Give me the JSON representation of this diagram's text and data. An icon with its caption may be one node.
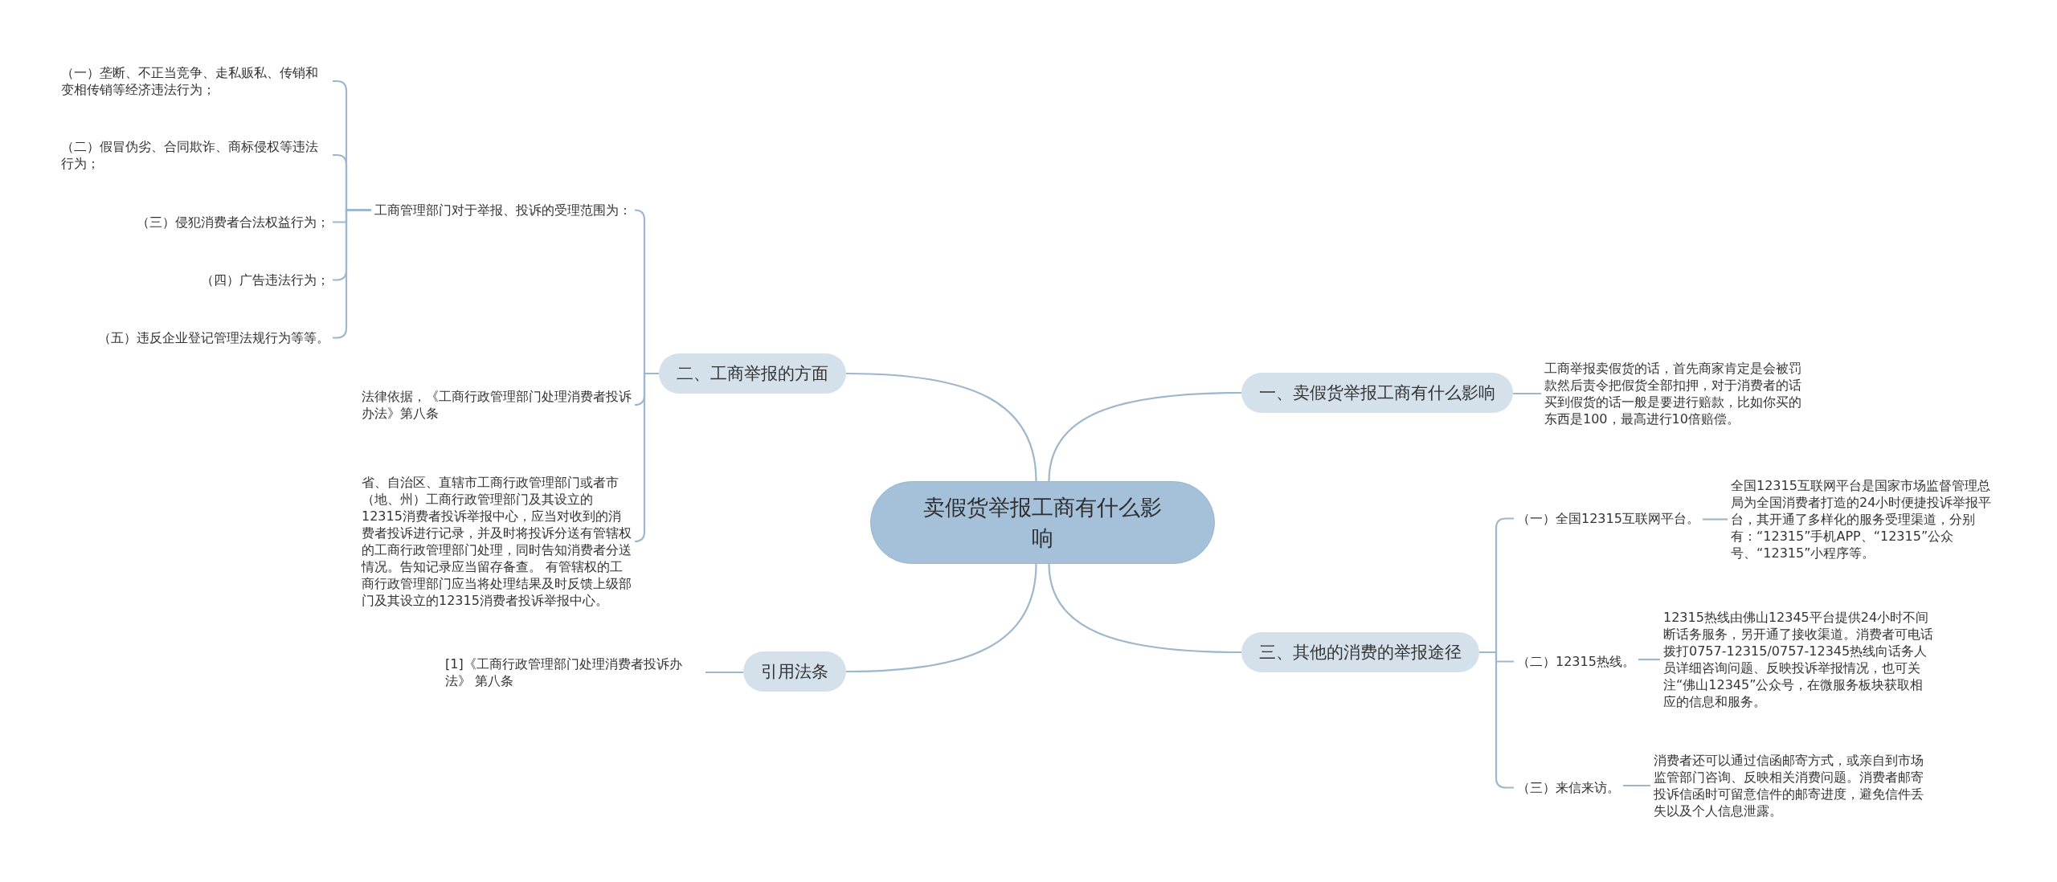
{
  "diagram": {
    "nodes": [
      {
        "text": [
          "卖假货举报工商有什么影响"
        ]
      },
      {
        "text": [
          "一、卖假货举报工商有什么影响"
        ]
      },
      {
        "text": [
          "工商举报卖假货的话，首先商家肯定是会被罚款然后责令把假货全部扣押，对于消费者的话买到假货的话一般是要进行赔款，比如你买的东西是100，最高进行10倍赔偿。"
        ]
      },
      {
        "text": [
          "三、其他的消费的举报途径"
        ]
      },
      {
        "text": [
          "（一）全国12315互联网平台。"
        ]
      },
      {
        "text": [
          "全国12315互联网平台是国家市场监督管理总局为全国消费者打造的24小时便捷投诉举报平台，其开通了多样化的服务受理渠道，分别有：“12315”手机APP、“12315”公众号、“12315”小程序等。"
        ]
      },
      {
        "text": [
          "（二）12315热线。"
        ]
      },
      {
        "text": [
          "12315热线由佛山12345平台提供24小时不间断话务服务，另开通了接收渠道。消费者可电话拨打0757-12315/0757-12345热线向话务人员详细咨询问题、反映投诉举报情况，也可关注“佛山12345”公众号，在微服务板块获取相应的信息和服务。"
        ]
      },
      {
        "text": [
          "（三）来信来访。"
        ]
      },
      {
        "text": [
          "消费者还可以通过信函邮寄方式，或亲自到市场监管部门咨询、反映相关消费问题。消费者邮寄投诉信函时可留意信件的邮寄进度，避免信件丢失以及个人信息泄露。"
        ]
      },
      {
        "text": [
          "二、工商举报的方面"
        ]
      },
      {
        "text": [
          "工商管理部门对于举报、投诉的受理范围为："
        ]
      },
      {
        "text": [
          "（一）垄断、不正当竞争、走私贩私、传销和变相传销等经济违法行为；"
        ]
      },
      {
        "text": [
          "（二）假冒伪劣、合同欺诈、商标侵权等违法行为；"
        ]
      },
      {
        "text": [
          "（三）侵犯消费者合法权益行为；"
        ]
      },
      {
        "text": [
          "（四）广告违法行为；"
        ]
      },
      {
        "text": [
          "（五）违反企业登记管理法规行为等等。"
        ]
      },
      {
        "text": [
          "法律依据，《工商行政管理部门处理消费者投诉办法》第八条"
        ]
      },
      {
        "text": [
          "省、自治区、直辖市工商行政管理部门或者市（地、州）工商行政管理部门及其设立的12315消费者投诉举报中心，应当对收到的消费者投诉进行记录，并及时将投诉分送有管辖权的工商行政管理部门处理，同时告知消费者分送情况。告知记录应当留存备查。 有管辖权的工商行政管理部门应当将处理结果及时反馈上级部门及其设立的12315消费者投诉举报中心。"
        ]
      },
      {
        "text": [
          "引用法条"
        ]
      },
      {
        "text": [
          "[1]《工商行政管理部门处理消费者投诉办法》 第八条"
        ]
      }
    ],
    "edges": [
      {
        "from": 0,
        "to": 1,
        "arrow": "none"
      },
      {
        "from": 1,
        "to": 2,
        "arrow": "none"
      },
      {
        "from": 0,
        "to": 3,
        "arrow": "none"
      },
      {
        "from": 3,
        "to": 4,
        "arrow": "none"
      },
      {
        "from": 4,
        "to": 5,
        "arrow": "none"
      },
      {
        "from": 3,
        "to": 6,
        "arrow": "none"
      },
      {
        "from": 6,
        "to": 7,
        "arrow": "none"
      },
      {
        "from": 3,
        "to": 8,
        "arrow": "none"
      },
      {
        "from": 8,
        "to": 9,
        "arrow": "none"
      },
      {
        "from": 0,
        "to": 10,
        "arrow": "none"
      },
      {
        "from": 10,
        "to": 11,
        "arrow": "none"
      },
      {
        "from": 11,
        "to": 12,
        "arrow": "none"
      },
      {
        "from": 11,
        "to": 13,
        "arrow": "none"
      },
      {
        "from": 11,
        "to": 14,
        "arrow": "none"
      },
      {
        "from": 11,
        "to": 15,
        "arrow": "none"
      },
      {
        "from": 11,
        "to": 16,
        "arrow": "none"
      },
      {
        "from": 10,
        "to": 17,
        "arrow": "none"
      },
      {
        "from": 10,
        "to": 18,
        "arrow": "none"
      },
      {
        "from": 0,
        "to": 19,
        "arrow": "none"
      },
      {
        "from": 19,
        "to": 20,
        "arrow": "none"
      }
    ]
  }
}
